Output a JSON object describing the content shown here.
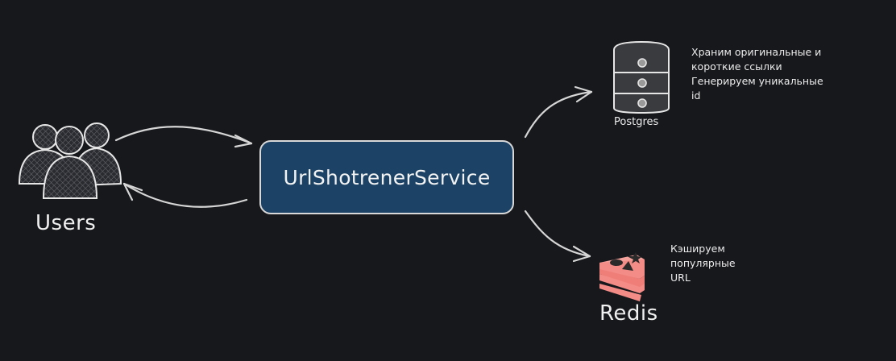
{
  "nodes": {
    "users": {
      "label": "Users"
    },
    "service": {
      "label": "UrlShotrenerService"
    },
    "postgres": {
      "label": "Postgres",
      "note": [
        "Храним оригинальные и",
        "короткие ссылки",
        "Генерируем уникальные",
        "id"
      ]
    },
    "redis": {
      "label": "Redis",
      "note": [
        "Кэшируем",
        "популярные",
        "URL"
      ]
    }
  },
  "colors": {
    "background": "#17181c",
    "service_fill": "#1c4365",
    "stroke": "#d8d8d8",
    "redis": "#f38b86"
  },
  "icons": {
    "users": "users-group-icon",
    "postgres": "database-icon",
    "redis": "redis-logo-icon"
  }
}
